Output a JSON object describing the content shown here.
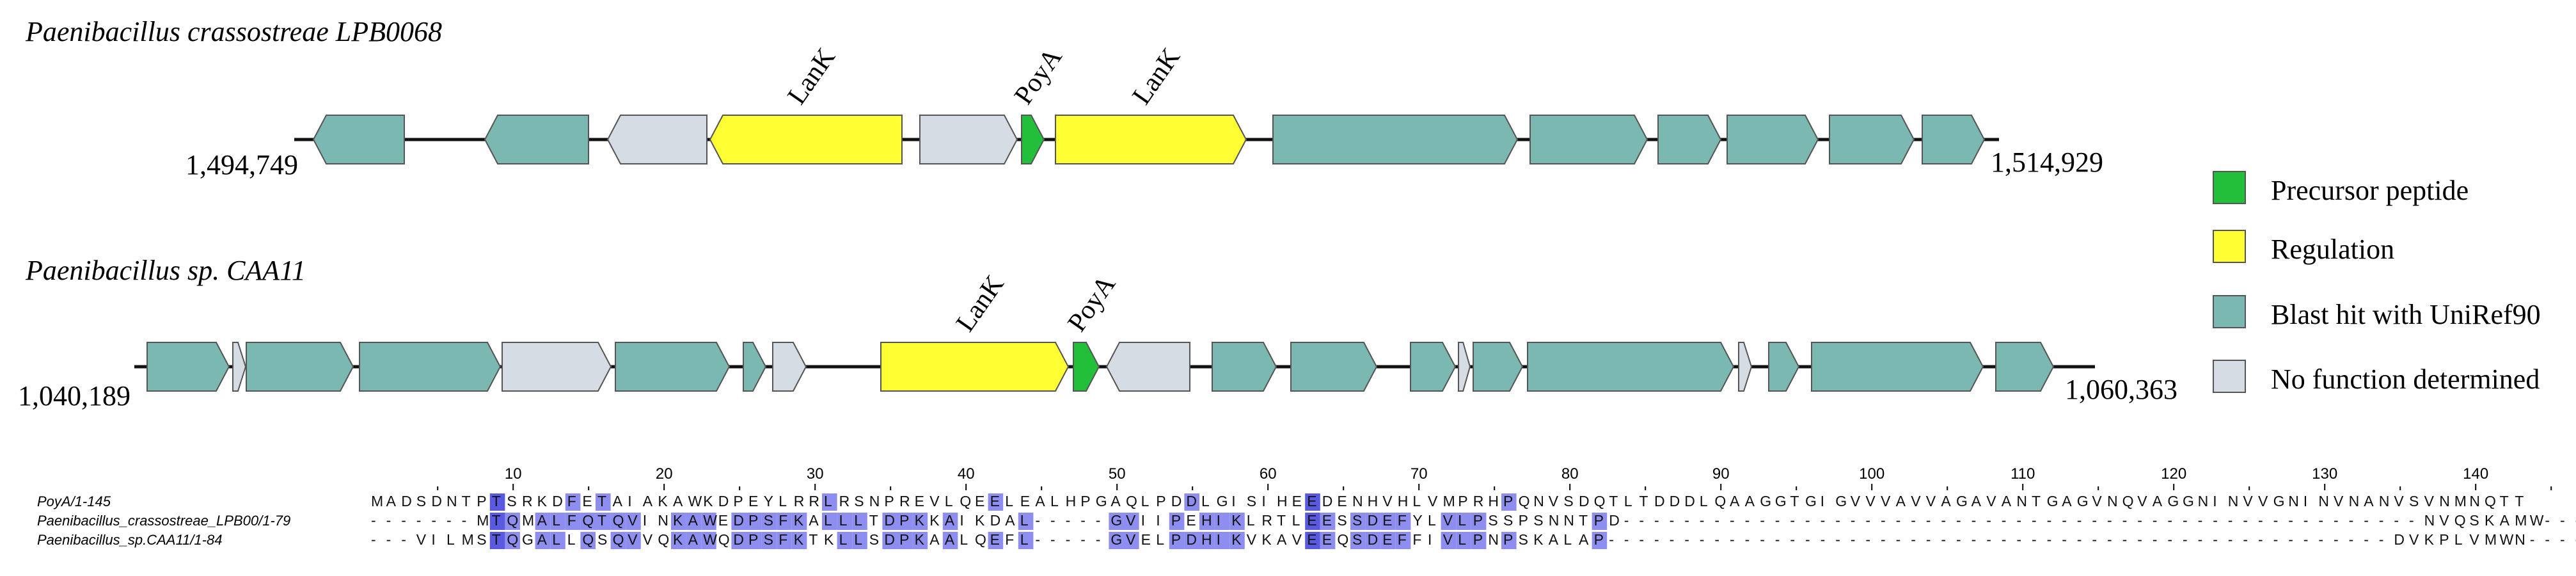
{
  "colors": {
    "precursor": "#22c03a",
    "regulation": "#ffff33",
    "blast": "#7ab8b1",
    "unknown": "#d5dce4",
    "hl_strong": "#5a5ae0",
    "hl_mid": "#8e8ef0",
    "hl_light": "#c2c2f6"
  },
  "tracks": [
    {
      "name": "Paenibacillus crassostreae LPB0068",
      "start_label": "1,494,749",
      "end_label": "1,514,929",
      "genes": [
        {
          "type": "blast",
          "label": ""
        },
        {
          "type": "blast",
          "label": ""
        },
        {
          "type": "unknown",
          "label": ""
        },
        {
          "type": "regulation",
          "label": "LanK"
        },
        {
          "type": "unknown",
          "label": ""
        },
        {
          "type": "precursor",
          "label": "PoyA"
        },
        {
          "type": "regulation",
          "label": "LanK"
        },
        {
          "type": "blast",
          "label": ""
        },
        {
          "type": "blast",
          "label": ""
        },
        {
          "type": "blast",
          "label": ""
        },
        {
          "type": "blast",
          "label": ""
        },
        {
          "type": "blast",
          "label": ""
        },
        {
          "type": "blast",
          "label": ""
        }
      ]
    },
    {
      "name": "Paenibacillus sp. CAA11",
      "start_label": "1,040,189",
      "end_label": "1,060,363",
      "genes": [
        {
          "type": "blast",
          "label": ""
        },
        {
          "type": "unknown",
          "label": ""
        },
        {
          "type": "blast",
          "label": ""
        },
        {
          "type": "blast",
          "label": ""
        },
        {
          "type": "unknown",
          "label": ""
        },
        {
          "type": "blast",
          "label": ""
        },
        {
          "type": "blast",
          "label": ""
        },
        {
          "type": "unknown",
          "label": ""
        },
        {
          "type": "regulation",
          "label": "LanK"
        },
        {
          "type": "precursor",
          "label": "PoyA"
        },
        {
          "type": "unknown",
          "label": ""
        },
        {
          "type": "blast",
          "label": ""
        },
        {
          "type": "blast",
          "label": ""
        },
        {
          "type": "blast",
          "label": ""
        },
        {
          "type": "unknown",
          "label": ""
        },
        {
          "type": "blast",
          "label": ""
        },
        {
          "type": "blast",
          "label": ""
        },
        {
          "type": "unknown",
          "label": ""
        },
        {
          "type": "blast",
          "label": ""
        },
        {
          "type": "blast",
          "label": ""
        },
        {
          "type": "blast",
          "label": ""
        }
      ]
    }
  ],
  "legend": [
    {
      "type": "precursor",
      "label": "Precursor peptide"
    },
    {
      "type": "regulation",
      "label": "Regulation"
    },
    {
      "type": "blast",
      "label": "Blast hit with UniRef90"
    },
    {
      "type": "unknown",
      "label": "No function determined"
    }
  ],
  "alignment": {
    "ticks": [
      "10",
      "20",
      "30",
      "40",
      "50",
      "60",
      "70",
      "80",
      "90",
      "100",
      "110",
      "120",
      "130",
      "140"
    ],
    "rows": [
      {
        "name": "PoyA/1-145",
        "seq": "MADSDNTPTSRKDFETAIAKAWKDPEYLRRLRSNPREVLQEELEALHPGAQLPDDLGISIHEEDENHVHLVMPRHPQNVSDQTLTDDDLQAAGGTGIGVVVAVVAGAVANTGAGVNQVAGGNINVVGNINVNANVSVNMNQTT"
      },
      {
        "name": "Paenibacillus_crassostreae_LPB00/1-79",
        "seq": "-------MTQMALFQTQVINKAWEDPSFKALLLTDPKKAIKDAL-----GVIIPEHIKLRTLEESSDEFYLVLPSSPSNNTPD-----------------------------------------------------NVQSKAMW-----"
      },
      {
        "name": "Paenibacillus_sp.CAA11/1-84",
        "seq": "---VILMSTQGALLQSQVVQKAWQDPSFKTKLLSDPKAALQEFL-----GVELPDHIKVKAVEEQSDEFFIVLPNPSKALAP----------------------------------------------------DVKPLVMWN----"
      }
    ]
  }
}
